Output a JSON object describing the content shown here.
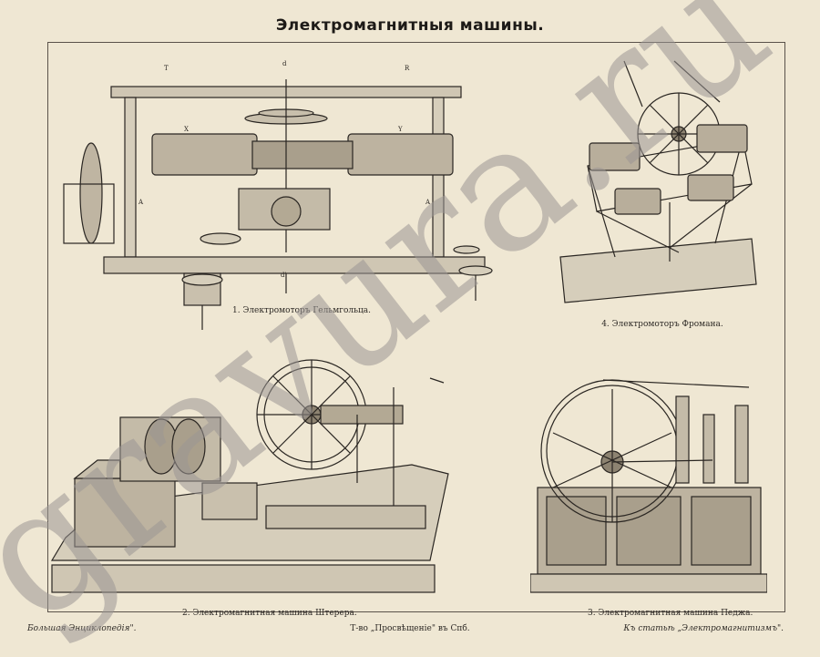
{
  "title": "Электромагнитныя машины.",
  "figures": [
    {
      "caption": "1.  Электромоторъ Гельмгольца."
    },
    {
      "caption": "4.  Электромоторъ Фромана."
    },
    {
      "caption": "2.  Электромагнитная машина Штерера."
    },
    {
      "caption": "3.  Электромагнитная машина Педжа."
    }
  ],
  "footer": {
    "left": "Большая Энциклопедія\".",
    "center": "Т-во „Просвѣщеніе\" въ Спб.",
    "right": "Къ статьѣ „Электромагнитизмъ\"."
  },
  "watermark": "gravura.ru",
  "colors": {
    "paper": "#efe7d3",
    "ink": "#2a2622",
    "watermark": "#9a9694"
  }
}
